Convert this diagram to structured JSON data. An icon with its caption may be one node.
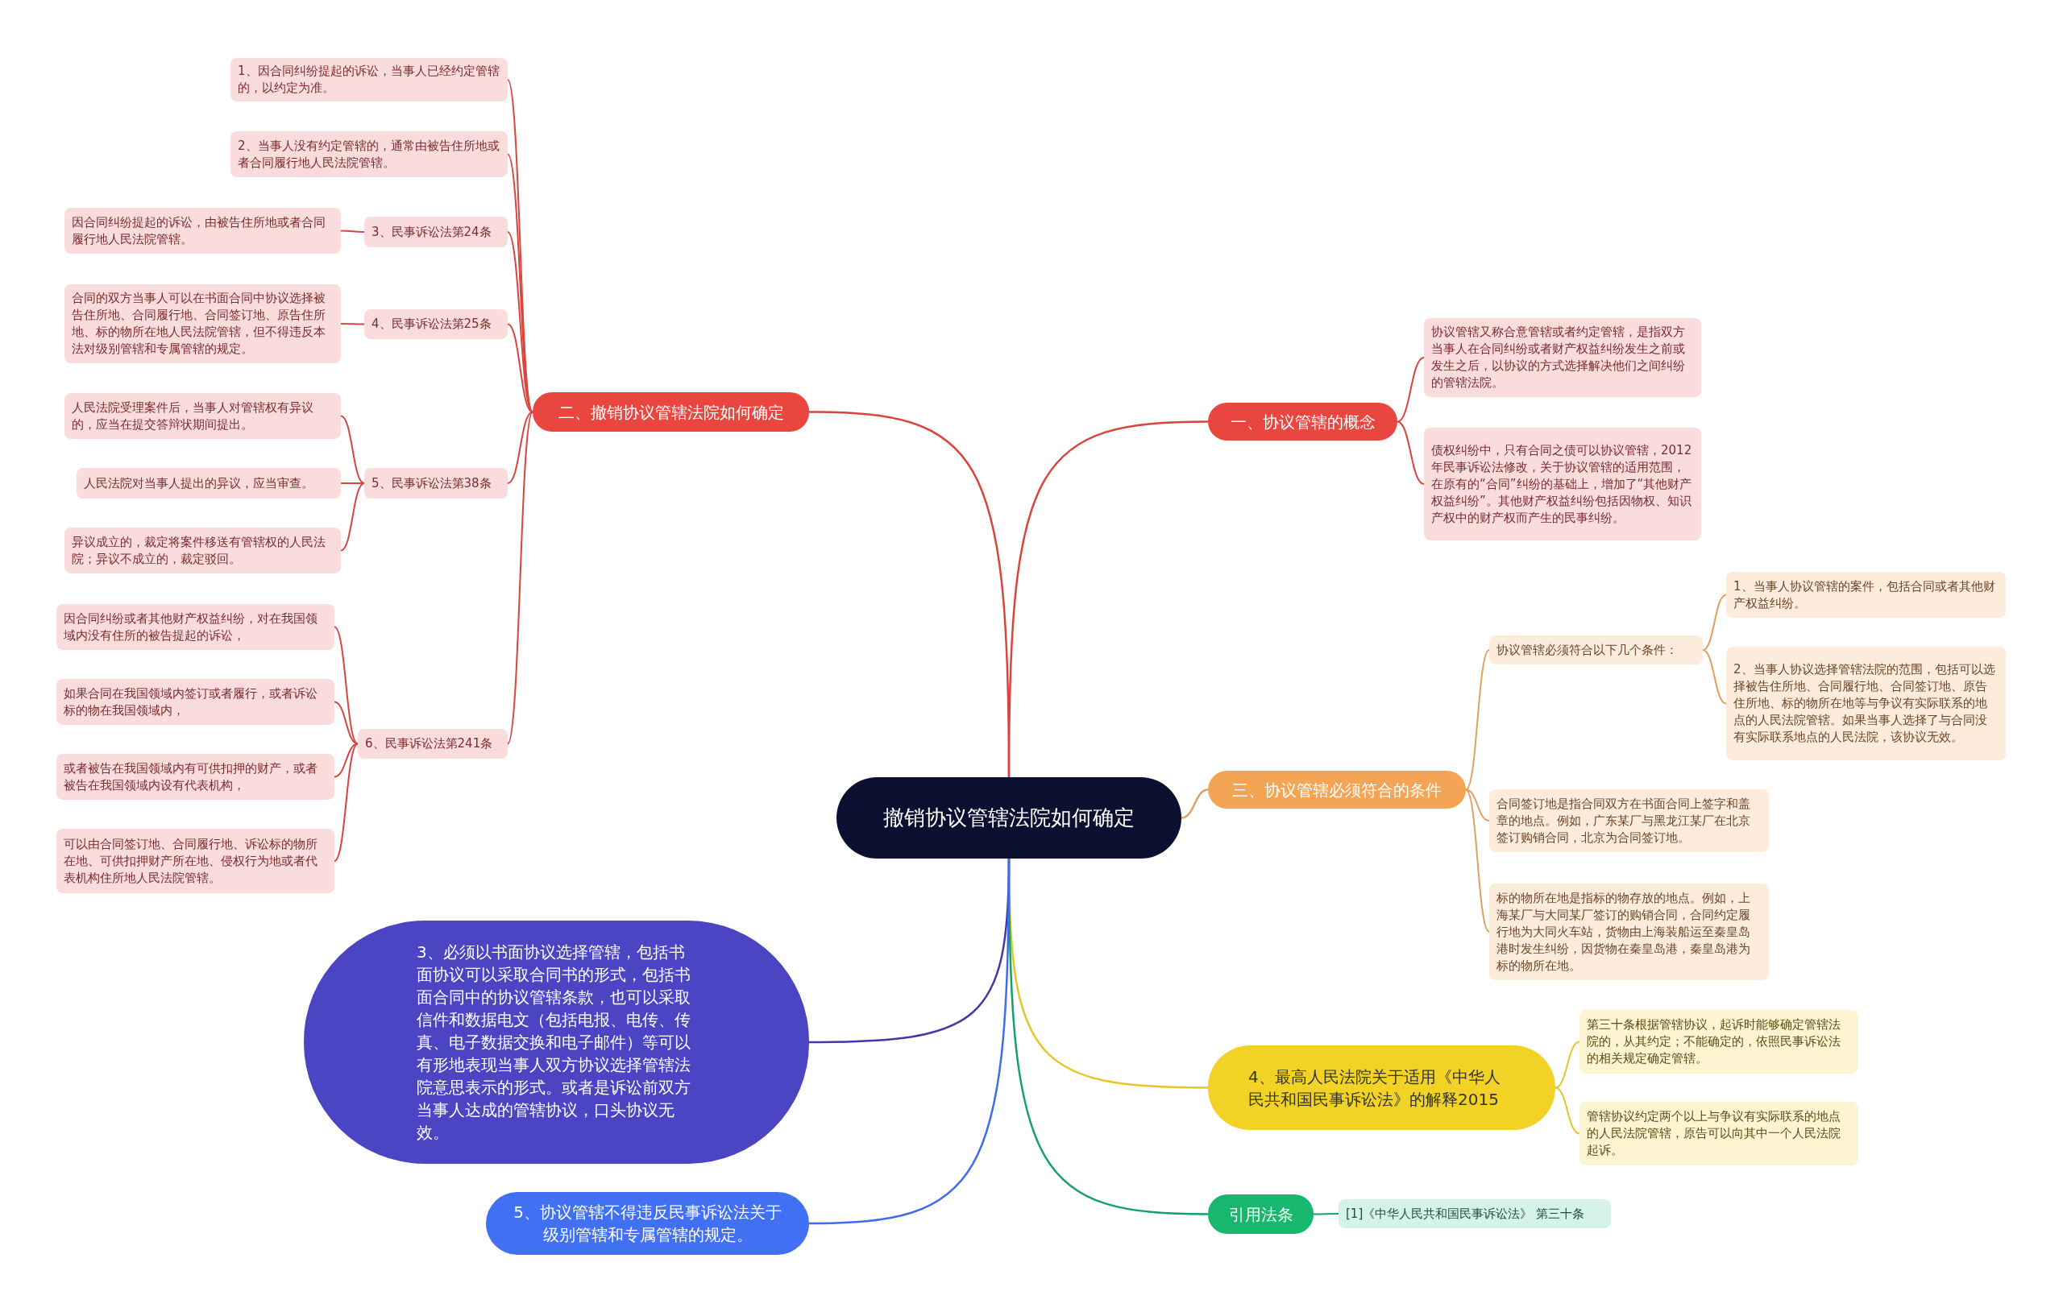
{
  "diagram": {
    "nodes": [
      {
        "text": [
          "撤销协议管辖法院如何确定"
        ]
      },
      {
        "text": [
          "二、撤销协议管辖法院如何确定"
        ]
      },
      {
        "text": [
          "1、因合同纠纷提起的诉讼，当事人已经约定管辖的，以约定为准。"
        ]
      },
      {
        "text": [
          "2、当事人没有约定管辖的，通常由被告住所地或者合同履行地人民法院管辖。"
        ]
      },
      {
        "text": [
          "3、民事诉讼法第24条"
        ]
      },
      {
        "text": [
          "因合同纠纷提起的诉讼，由被告住所地或者合同履行地人民法院管辖。"
        ]
      },
      {
        "text": [
          "4、民事诉讼法第25条"
        ]
      },
      {
        "text": [
          "合同的双方当事人可以在书面合同中协议选择被告住所地、合同履行地、合同签订地、原告住所地、标的物所在地人民法院管辖，但不得违反本法对级别管辖和专属管辖的规定。"
        ]
      },
      {
        "text": [
          "5、民事诉讼法第38条"
        ]
      },
      {
        "text": [
          "人民法院受理案件后，当事人对管辖权有异议的，应当在提交答辩状期间提出。"
        ]
      },
      {
        "text": [
          "人民法院对当事人提出的异议，应当审查。"
        ]
      },
      {
        "text": [
          "异议成立的，裁定将案件移送有管辖权的人民法院；异议不成立的，裁定驳回。"
        ]
      },
      {
        "text": [
          "6、民事诉讼法第241条"
        ]
      },
      {
        "text": [
          "因合同纠纷或者其他财产权益纠纷，对在我国领域内没有住所的被告提起的诉讼，"
        ]
      },
      {
        "text": [
          "如果合同在我国领域内签订或者履行，或者诉讼标的物在我国领域内，"
        ]
      },
      {
        "text": [
          "或者被告在我国领域内有可供扣押的财产，或者被告在我国领域内设有代表机构，"
        ]
      },
      {
        "text": [
          "可以由合同签订地、合同履行地、诉讼标的物所在地、可供扣押财产所在地、侵权行为地或者代表机构住所地人民法院管辖。"
        ]
      },
      {
        "text": [
          "一、协议管辖的概念"
        ]
      },
      {
        "text": [
          "协议管辖又称合意管辖或者约定管辖，是指双方当事人在合同纠纷或者财产权益纠纷发生之前或发生之后，以协议的方式选择解决他们之间纠纷的管辖法院。"
        ]
      },
      {
        "text": [
          "债权纠纷中，只有合同之债可以协议管辖，2012年民事诉讼法修改，关于协议管辖的适用范围，在原有的“合同”纠纷的基础上，增加了“其他财产权益纠纷”。其他财产权益纠纷包括因物权、知识产权中的财产权而产生的民事纠纷。"
        ]
      },
      {
        "text": [
          "三、协议管辖必须符合的条件"
        ]
      },
      {
        "text": [
          "协议管辖必须符合以下几个条件："
        ]
      },
      {
        "text": [
          "1、当事人协议管辖的案件，包括合同或者其他财产权益纠纷。"
        ]
      },
      {
        "text": [
          "2、当事人协议选择管辖法院的范围，包括可以选择被告住所地、合同履行地、合同签订地、原告住所地、标的物所在地等与争议有实际联系的地点的人民法院管辖。如果当事人选择了与合同没有实际联系地点的人民法院，该协议无效。"
        ]
      },
      {
        "text": [
          "合同签订地是指合同双方在书面合同上签字和盖章的地点。例如，广东某厂与黑龙江某厂在北京签订购销合同，北京为合同签订地。"
        ]
      },
      {
        "text": [
          "标的物所在地是指标的物存放的地点。例如，上海某厂与大同某厂签订的购销合同，合同约定履行地为大同火车站，货物由上海装船运至秦皇岛港时发生纠纷，因货物在秦皇岛港，秦皇岛港为标的物所在地。"
        ]
      },
      {
        "text": [
          "4、最高人民法院关于适用《中华人民共和国民事诉讼法》的解释2015"
        ]
      },
      {
        "text": [
          "第三十条根据管辖协议，起诉时能够确定管辖法院的，从其约定；不能确定的，依照民事诉讼法的相关规定确定管辖。"
        ]
      },
      {
        "text": [
          "管辖协议约定两个以上与争议有实际联系的地点的人民法院管辖，原告可以向其中一个人民法院起诉。"
        ]
      },
      {
        "text": [
          "引用法条"
        ]
      },
      {
        "text": [
          "[1]《中华人民共和国民事诉讼法》 第三十条"
        ]
      },
      {
        "text": [
          "3、必须以书面协议选择管辖，包括书面协议可以采取合同书的形式，包括书面合同中的协议管辖条款，也可以采取信件和数据电文（包括电报、电传、传真、电子数据交换和电子邮件）等可以有形地表现当事人双方协议选择管辖法院意思表示的形式。或者是诉讼前双方当事人达成的管辖协议，口头协议无效。"
        ]
      },
      {
        "text": [
          "5、协议管辖不得违反民事诉讼法关于级别管辖和专属管辖的规定。"
        ]
      }
    ],
    "edges": [
      {
        "from": 0,
        "to": 1,
        "arrow": "none"
      },
      {
        "from": 1,
        "to": 2,
        "arrow": "none"
      },
      {
        "from": 1,
        "to": 3,
        "arrow": "none"
      },
      {
        "from": 1,
        "to": 4,
        "arrow": "none"
      },
      {
        "from": 4,
        "to": 5,
        "arrow": "none"
      },
      {
        "from": 1,
        "to": 6,
        "arrow": "none"
      },
      {
        "from": 6,
        "to": 7,
        "arrow": "none"
      },
      {
        "from": 1,
        "to": 8,
        "arrow": "none"
      },
      {
        "from": 8,
        "to": 9,
        "arrow": "none"
      },
      {
        "from": 8,
        "to": 10,
        "arrow": "none"
      },
      {
        "from": 8,
        "to": 11,
        "arrow": "none"
      },
      {
        "from": 1,
        "to": 12,
        "arrow": "none"
      },
      {
        "from": 12,
        "to": 13,
        "arrow": "none"
      },
      {
        "from": 12,
        "to": 14,
        "arrow": "none"
      },
      {
        "from": 12,
        "to": 15,
        "arrow": "none"
      },
      {
        "from": 12,
        "to": 16,
        "arrow": "none"
      },
      {
        "from": 0,
        "to": 17,
        "arrow": "none"
      },
      {
        "from": 17,
        "to": 18,
        "arrow": "none"
      },
      {
        "from": 17,
        "to": 19,
        "arrow": "none"
      },
      {
        "from": 0,
        "to": 20,
        "arrow": "none",
        "color": "#e0a060"
      },
      {
        "from": 20,
        "to": 21,
        "arrow": "none",
        "color": "#e0a060"
      },
      {
        "from": 21,
        "to": 22,
        "arrow": "none",
        "color": "#e0a060"
      },
      {
        "from": 21,
        "to": 23,
        "arrow": "none",
        "color": "#e0a060"
      },
      {
        "from": 20,
        "to": 24,
        "arrow": "none",
        "color": "#e0a060"
      },
      {
        "from": 20,
        "to": 25,
        "arrow": "none",
        "color": "#e0a060"
      },
      {
        "from": 0,
        "to": 26,
        "arrow": "none",
        "color": "#e6c626"
      },
      {
        "from": 26,
        "to": 27,
        "arrow": "none",
        "color": "#e6c626"
      },
      {
        "from": 26,
        "to": 28,
        "arrow": "none",
        "color": "#e6c626"
      },
      {
        "from": 0,
        "to": 29,
        "arrow": "none",
        "color": "#16a06a"
      },
      {
        "from": 29,
        "to": 30,
        "arrow": "none",
        "color": "#16a06a"
      },
      {
        "from": 0,
        "to": 31,
        "arrow": "none",
        "color": "#3f3aa8"
      },
      {
        "from": 0,
        "to": 32,
        "arrow": "none",
        "color": "#3e6cf0"
      }
    ]
  }
}
